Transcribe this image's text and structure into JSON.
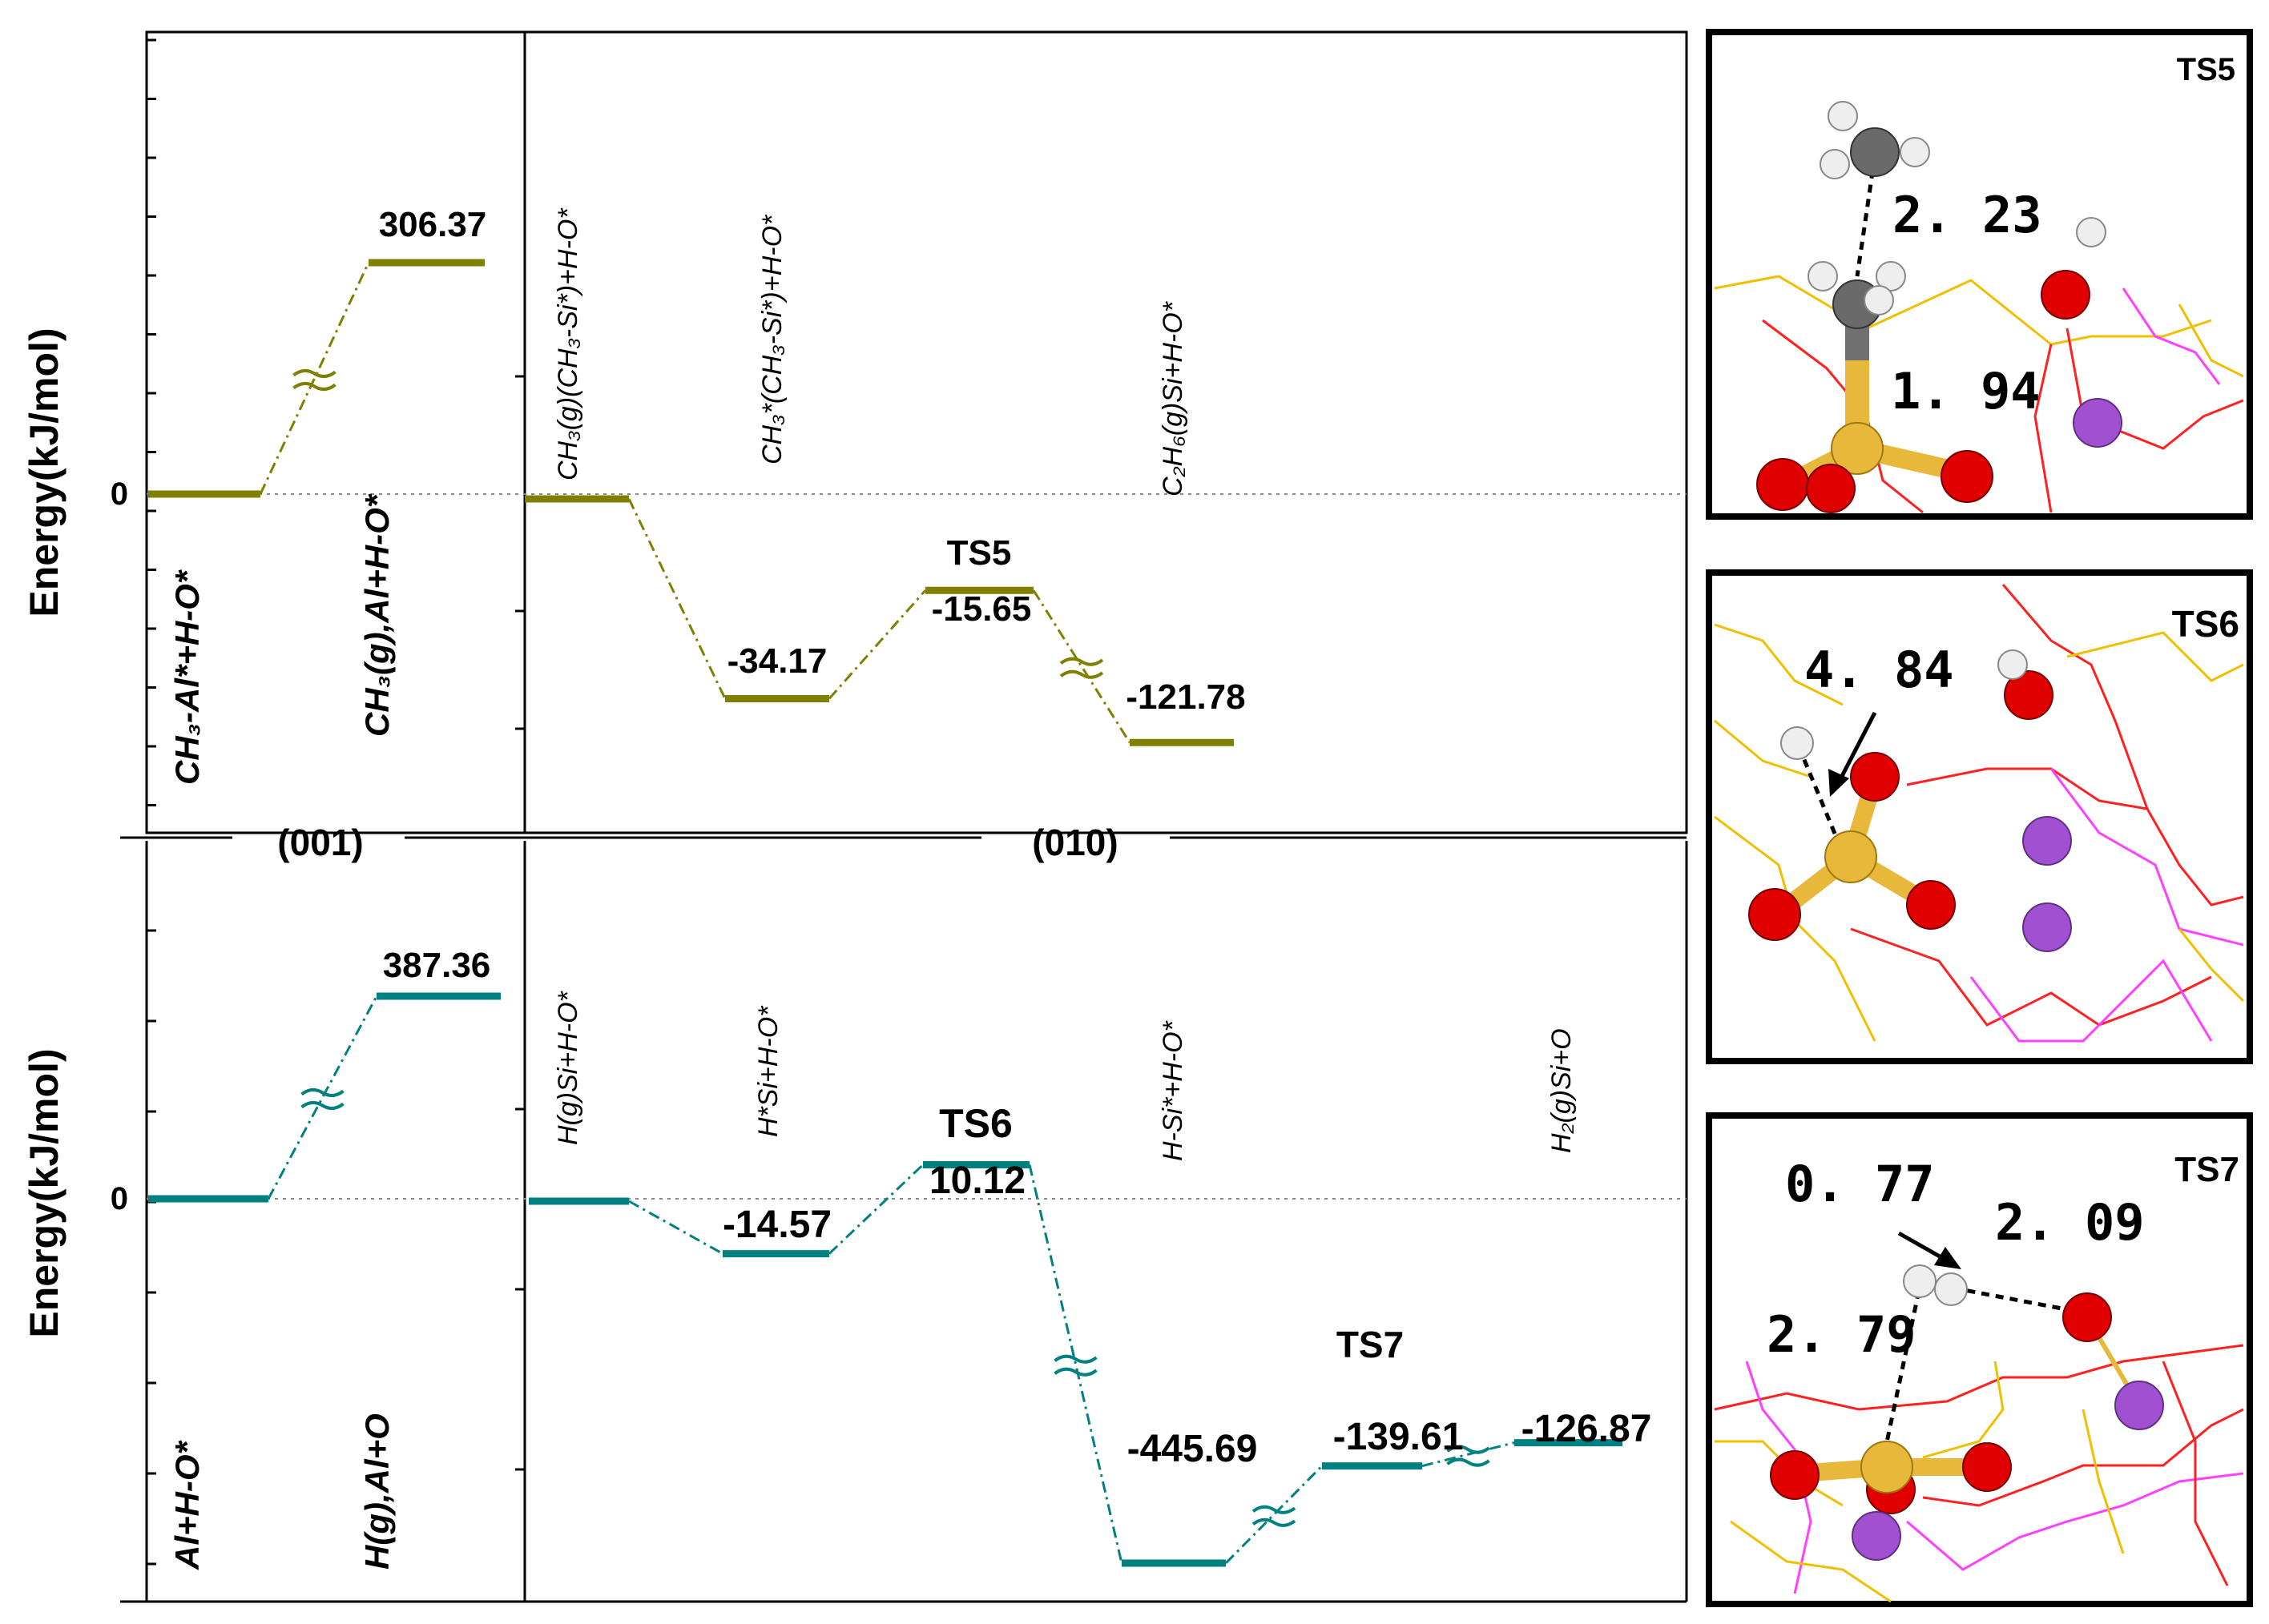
{
  "ylabel": "Energy(kJ/mol)",
  "zero_tick": "0",
  "facet_labels": [
    "(001)",
    "(010)"
  ],
  "chart_data": [
    {
      "type": "line",
      "surface": "(001)",
      "colors": {
        "line": "#808000"
      },
      "states": [
        {
          "label": "CH3-Al*+H-O*",
          "value": 0,
          "value_label": ""
        },
        {
          "label": "CH3(g),Al+H-O*",
          "value": 306.37,
          "value_label": "306.37"
        }
      ]
    },
    {
      "type": "line",
      "surface": "(010)",
      "colors": {
        "line": "#808000"
      },
      "states": [
        {
          "label": "CH3(g)(CH3-Si*)+H-O*",
          "value": 0,
          "value_label": ""
        },
        {
          "label": "CH3*(CH3-Si*)+H-O*",
          "value": -34.17,
          "value_label": "-34.17"
        },
        {
          "label": "TS5",
          "value": -15.65,
          "value_label": "-15.65"
        },
        {
          "label": "C2H6(g)Si+H-O*",
          "value": -121.78,
          "value_label": "-121.78"
        }
      ]
    },
    {
      "type": "line",
      "surface": "(001)",
      "colors": {
        "line": "#008080"
      },
      "states": [
        {
          "label": "Al+H-O*",
          "value": 0,
          "value_label": ""
        },
        {
          "label": "H(g),Al+O",
          "value": 387.36,
          "value_label": "387.36"
        }
      ]
    },
    {
      "type": "line",
      "surface": "(010)",
      "colors": {
        "line": "#008080"
      },
      "states": [
        {
          "label": "H(g)Si+H-O*",
          "value": 0,
          "value_label": ""
        },
        {
          "label": "H*Si+H-O*",
          "value": -14.57,
          "value_label": "-14.57"
        },
        {
          "label": "TS6",
          "value": 10.12,
          "value_label": "10.12"
        },
        {
          "label": "H-Si*+H-O*",
          "value": -445.69,
          "value_label": "-445.69"
        },
        {
          "label": "TS7",
          "value": -139.61,
          "value_label": "-139.61"
        },
        {
          "label": "H2(g)Si+O",
          "value": -126.87,
          "value_label": "-126.87"
        }
      ]
    }
  ],
  "structures": [
    {
      "title": "TS5",
      "distances": [
        "2. 23",
        "1. 94"
      ]
    },
    {
      "title": "TS6",
      "distances": [
        "4. 84"
      ]
    },
    {
      "title": "TS7",
      "distances": [
        "0. 77",
        "2. 09",
        "2. 79"
      ]
    }
  ],
  "colors": {
    "olive": "#808000",
    "teal": "#008080",
    "oxygen": "#e00000",
    "silicon": "#e8b83a",
    "hydrogen": "#f0f0f0",
    "carbon": "#707070",
    "metal": "#a050d0",
    "bond_y": "#f0c000",
    "bond_r": "#ff2020",
    "bond_m": "#ff40ff"
  }
}
